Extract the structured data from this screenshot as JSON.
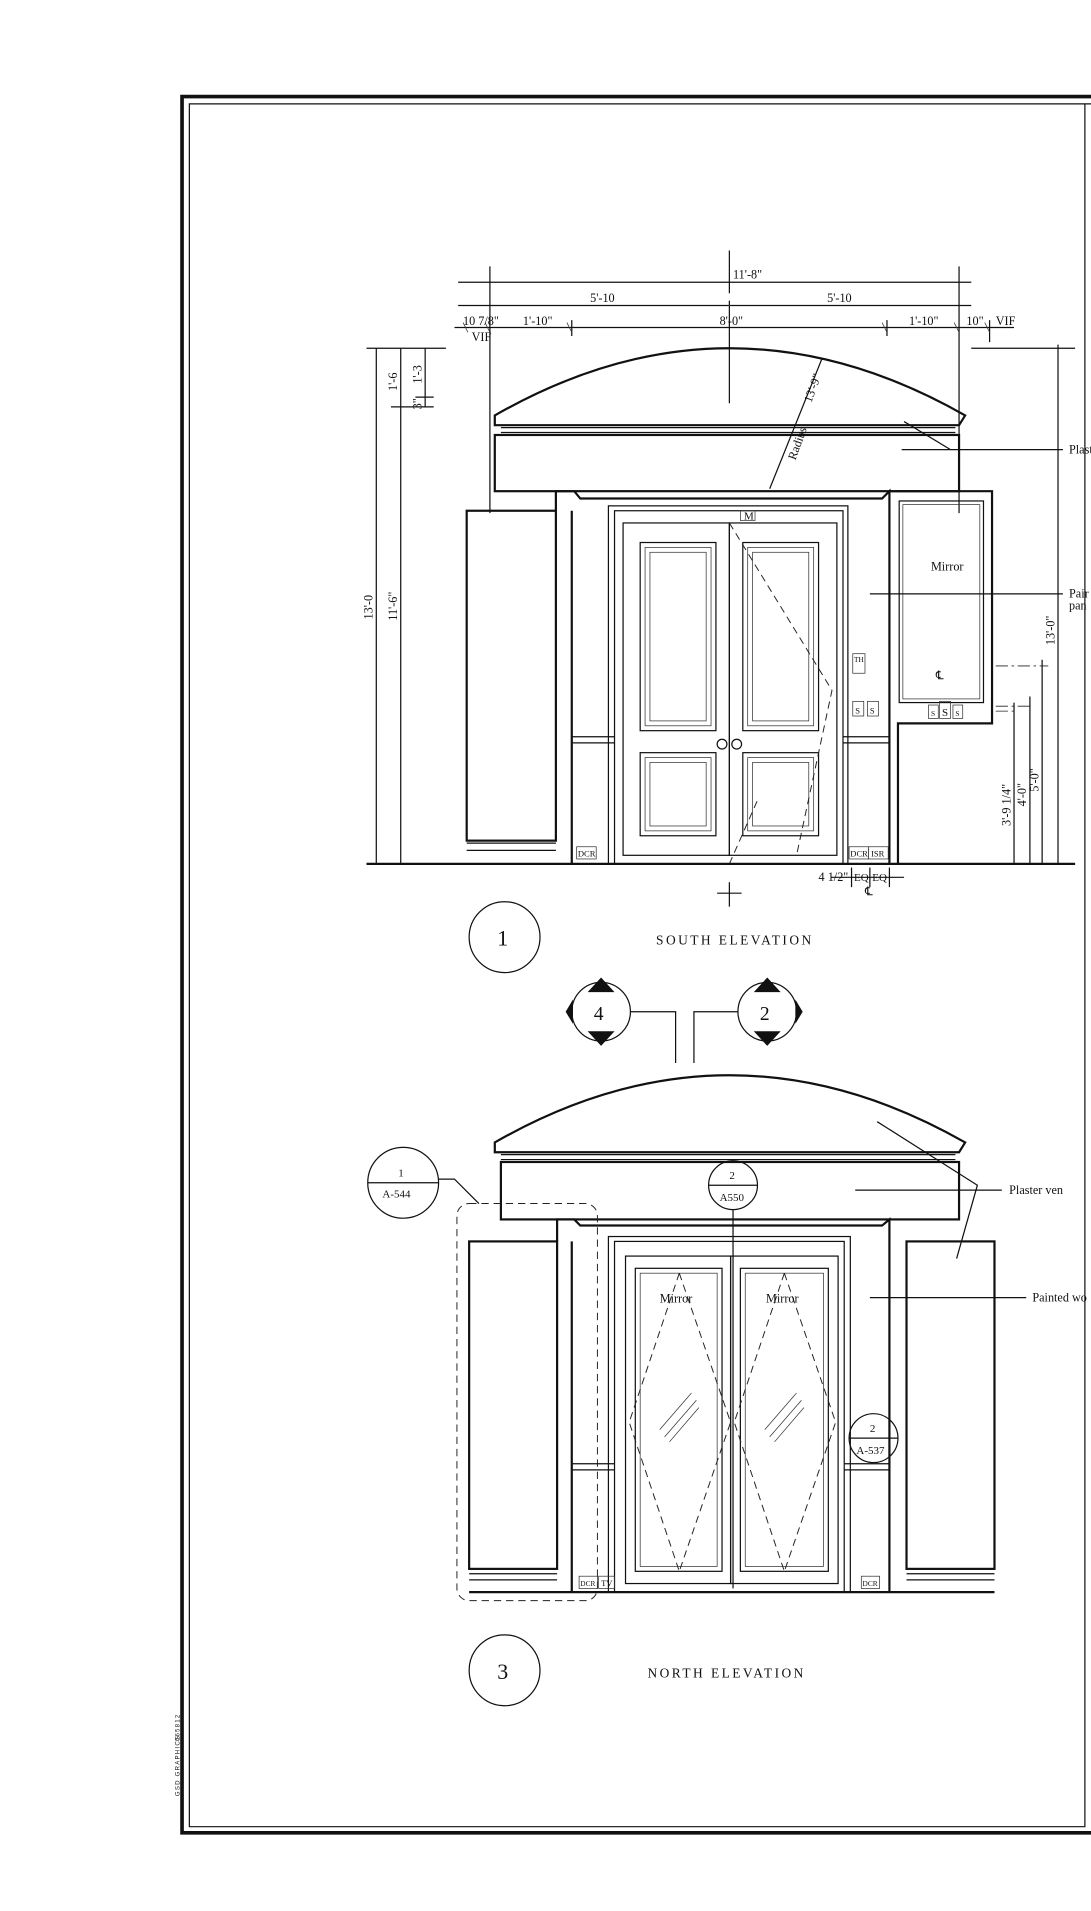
{
  "sheet": {
    "credit": "GSD GRAPHICS",
    "credit_code": "065812"
  },
  "south": {
    "title": "SOUTH ELEVATION",
    "number": "1",
    "dims_top": {
      "overall": "11'-8\"",
      "half_left": "5'-10",
      "half_right": "5'-10",
      "left_edge": "10 7/8\"",
      "left_vif": "VIF",
      "left_bay": "1'-10\"",
      "center": "8'-0\"",
      "right_bay": "1'-10\"",
      "right_edge": "10\"",
      "right_vif": "VIF"
    },
    "dims_left": {
      "overall": "13'-0",
      "lower": "11'-6\"",
      "upper": "1'-6",
      "cap": "1'-3",
      "band": "3\""
    },
    "dims_right": {
      "overall": "13'-0\"",
      "d1": "5'-0\"",
      "d2": "4'-0\"",
      "d3": "3'-9 1/4\""
    },
    "dims_bottom": {
      "offset": "4 1/2\"",
      "eq1": "EQ",
      "eq2": "EQ",
      "centerline": "℄"
    },
    "radius_label": "Radius",
    "radius_value": "13'-9\"",
    "mirror_label": "Mirror",
    "centerline": "℄",
    "devices": {
      "th": "TH",
      "s1": "S",
      "s2": "S",
      "s3": "S",
      "s4": "S",
      "s5": "S",
      "dcr_left": "DCR",
      "dcr_right": "DCR",
      "isr": "ISR",
      "door_tag": "M"
    },
    "callouts": {
      "plaster": "Plast",
      "painted_1": "Pair",
      "painted_2": "pan"
    }
  },
  "section_markers": [
    {
      "number": "4"
    },
    {
      "number": "2"
    }
  ],
  "north": {
    "title": "NORTH ELEVATION",
    "number": "3",
    "mirror_left": "Mirror",
    "mirror_right": "Mirror",
    "tags": [
      {
        "top": "1",
        "bottom": "A-544"
      },
      {
        "top": "2",
        "bottom": "A550"
      },
      {
        "top": "2",
        "bottom": "A-537"
      }
    ],
    "devices": {
      "dcr_left": "DCR",
      "tv": "TV",
      "dcr_right": "DCR"
    },
    "callouts": {
      "plaster": "Plaster ven",
      "painted": "Painted wo"
    }
  }
}
